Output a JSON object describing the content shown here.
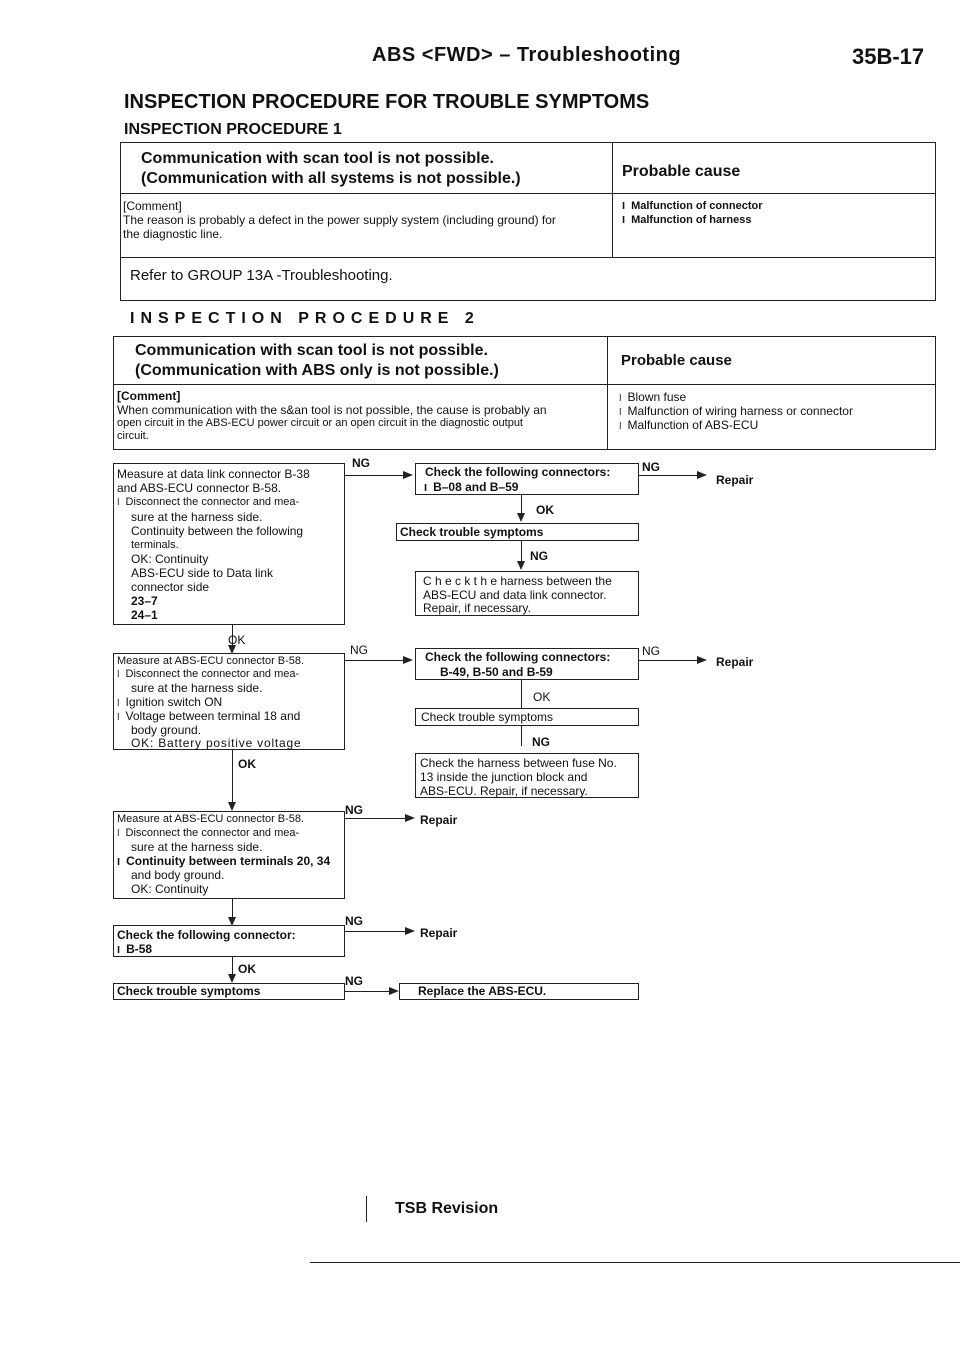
{
  "header": {
    "title": "ABS <FWD> – Troubleshooting",
    "page": "35B-17"
  },
  "main_title": "INSPECTION PROCEDURE FOR TROUBLE SYMPTOMS",
  "proc1": {
    "label": "INSPECTION PROCEDURE 1",
    "symptom_line1": "Communication with scan tool is not possible.",
    "symptom_line2": "(Communication with all systems is not possible.)",
    "probable_label": "Probable cause",
    "comment_label": "[Comment]",
    "comment_line1": "The reason is probably a defect in the power supply system (including ground) for",
    "comment_line2": "the diagnostic line.",
    "causes": [
      "Malfunction of connector",
      "Malfunction of harness"
    ],
    "refer": "Refer to GROUP 13A -Troubleshooting."
  },
  "proc2": {
    "label": "INSPECTION PROCEDURE 2",
    "symptom_line1": "Communication with scan tool is not possible.",
    "symptom_line2": "(Communication with ABS only is not possible.)",
    "probable_label": "Probable cause",
    "comment_label": "[Comment]",
    "comment_line1": "When communication with the s&an tool is not possible, the cause is probably an",
    "comment_line2": "open circuit in the ABS-ECU power circuit or an open circuit in the diagnostic output",
    "comment_line3": "circuit.",
    "causes": [
      "Blown fuse",
      "Malfunction of wiring harness or connector",
      "Malfunction of ABS-ECU"
    ]
  },
  "flow": {
    "step1": [
      "Measure at data link connector B-38",
      "and ABS-ECU connector B-58.",
      "Disconnect the connector and mea-",
      "sure at the harness side.",
      "Continuity between the following",
      "terminals.",
      "OK: Continuity",
      "ABS-ECU side to Data link",
      "connector side",
      "23–7",
      "24–1"
    ],
    "step1_check_title": "Check the following connectors:",
    "step1_check_items": "B–08 and B–59",
    "step1_trouble": "Check trouble symptoms",
    "step1_harness": [
      "C h e c k  t h e  harness between the",
      "ABS-ECU and data link connector.",
      "Repair, if necessary."
    ],
    "step2": [
      "Measure at ABS-ECU connector B-58.",
      "Disconnect the connector and mea-",
      "sure at the harness side.",
      "Ignition switch ON",
      "Voltage between terminal 18 and",
      "body ground.",
      "OK: Battery positive voltage"
    ],
    "step2_check_title": "Check the following connectors:",
    "step2_check_items": "B-49, B-50 and B-59",
    "step2_trouble": "Check trouble symptoms",
    "step2_harness": [
      "Check the harness between fuse No.",
      "13 inside the junction block and",
      "ABS-ECU. Repair, if necessary."
    ],
    "step3": [
      "Measure at ABS-ECU connector B-58.",
      "Disconnect the connector and mea-",
      "sure at the harness side.",
      "Continuity between terminals 20, 34",
      "and body ground.",
      "OK: Continuity"
    ],
    "step4_title": "Check the following connector:",
    "step4_item": "B-58",
    "step5": "Check trouble symptoms",
    "replace": "Replace the ABS-ECU.",
    "repair": "Repair",
    "ok": "OK",
    "ng": "NG"
  },
  "footer": {
    "tsb": "TSB Revision"
  }
}
